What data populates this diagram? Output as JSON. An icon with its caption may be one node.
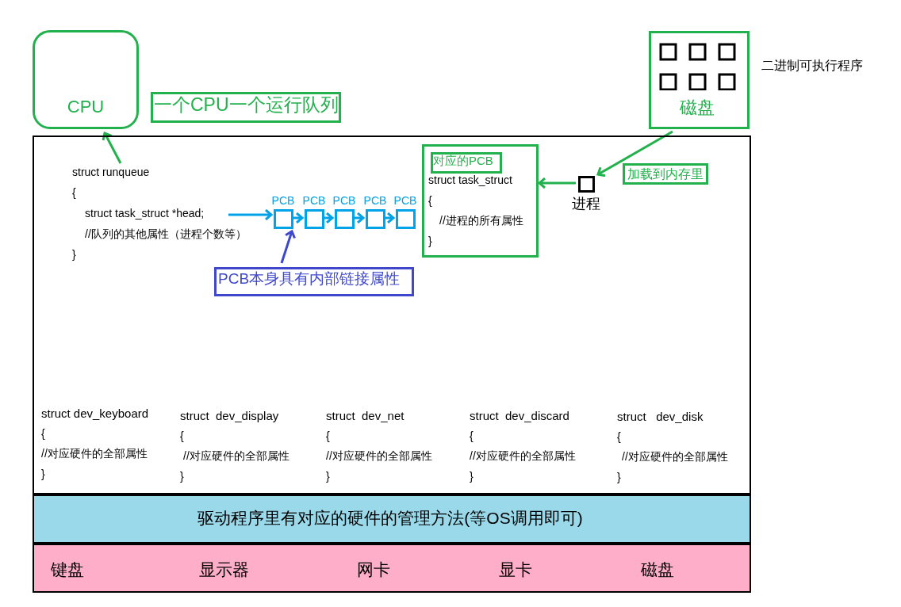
{
  "diagram": {
    "nodes": [
      {
        "text": [
          "CPU"
        ]
      },
      {
        "text": [
          "一个CPU一个运行队列"
        ]
      },
      {
        "text": [
          "磁盘"
        ],
        "beside": [
          "二进制可执行程序"
        ]
      },
      {
        "text": [],
        "shape": "box"
      },
      {
        "text": [
          "struct runqueue",
          "{",
          "struct task_struct *head;",
          "//队列的其他属性（进程个数等）",
          "}"
        ],
        "in": 3
      },
      {
        "text": [
          "PCB"
        ],
        "in": 3
      },
      {
        "text": [
          "PCB"
        ],
        "in": 3
      },
      {
        "text": [
          "PCB"
        ],
        "in": 3
      },
      {
        "text": [
          "PCB"
        ],
        "in": 3
      },
      {
        "text": [
          "PCB"
        ],
        "in": 3
      },
      {
        "text": [
          "PCB本身具有内部链接属性"
        ],
        "in": 3
      },
      {
        "text": [
          "struct task_struct",
          "{",
          "//进程的所有属性",
          "}"
        ],
        "in": 3
      },
      {
        "text": [
          "对应的PCB"
        ],
        "in": 11
      },
      {
        "text": [
          "进程"
        ],
        "in": 3
      },
      {
        "text": [
          "驱动程序里有对应的硬件的管理方法(等OS调用即可)"
        ]
      },
      {
        "text": [
          "键盘",
          "显示器",
          "网卡",
          "显卡",
          "磁盘"
        ]
      }
    ],
    "edges": [
      {
        "from": 4,
        "to": 0,
        "arrow": "to",
        "color": "#22b14c"
      },
      {
        "from": 4,
        "to": 5,
        "arrow": "to"
      },
      {
        "from": 5,
        "to": 6,
        "arrow": "to"
      },
      {
        "from": 6,
        "to": 7,
        "arrow": "to"
      },
      {
        "from": 7,
        "to": 8,
        "arrow": "to"
      },
      {
        "from": 8,
        "to": 9,
        "arrow": "to"
      },
      {
        "from": 10,
        "to": 5,
        "arrow": "to",
        "color": "#3f48cc"
      },
      {
        "from": 13,
        "to": 11,
        "arrow": "to",
        "color": "#22b14c"
      },
      {
        "from": 2,
        "to": 13,
        "arrow": "to",
        "color": "#22b14c",
        "label": "加载到内存里"
      }
    ],
    "labels": [
      "struct dev_keyboard",
      "{",
      "//对应硬件的全部属性",
      "}",
      "struct  dev_display",
      "{",
      "//对应硬件的全部属性",
      "}",
      "struct  dev_net",
      "{",
      "//对应硬件的全部属性",
      "}",
      "struct  dev_discard",
      "{",
      "//对应硬件的全部属性",
      "}",
      "struct   dev_disk",
      "{",
      "//对应硬件的全部属性",
      "}"
    ]
  }
}
